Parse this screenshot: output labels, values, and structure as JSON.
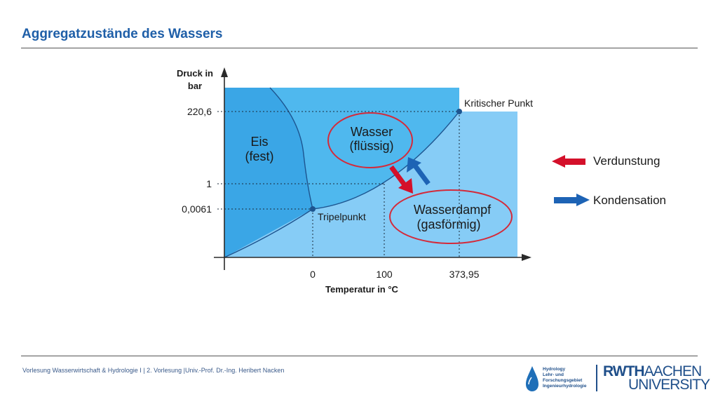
{
  "slide": {
    "title": "Aggregatzustände des Wassers",
    "footer": "Vorlesung Wasserwirtschaft & Hydrologie I | 2. Vorlesung |Univ.-Prof. Dr.-Ing. Heribert Nacken"
  },
  "diagram": {
    "y_axis_label_line1": "Druck in",
    "y_axis_label_line2": "bar",
    "x_axis_label": "Temperatur in °C",
    "y_ticks": [
      "220,6",
      "1",
      "0,0061"
    ],
    "x_ticks": [
      "0",
      "100",
      "373,95"
    ],
    "regions": {
      "ice_line1": "Eis",
      "ice_line2": "(fest)",
      "water_line1": "Wasser",
      "water_line2": "(flüssig)",
      "vapor_line1": "Wasserdampf",
      "vapor_line2": "(gasförmig)"
    },
    "points": {
      "critical": "Kritischer Punkt",
      "triple": "Tripelpunkt"
    },
    "colors": {
      "ice": "#3aa6e6",
      "liquid": "#4fb8ee",
      "vapor": "#86ccf6",
      "evaporation_arrow": "#d4102a",
      "condensation_arrow": "#1d63b5",
      "ellipse": "#d42a3a"
    }
  },
  "legend": {
    "evaporation": "Verdunstung",
    "condensation": "Kondensation"
  },
  "logos": {
    "hydrology_line1": "Hydrology",
    "hydrology_line2": "Lehr- und",
    "hydrology_line3": "Forschungsgebiet",
    "hydrology_line4": "Ingenieurhydrologie",
    "rwth_part1": "RWTH",
    "rwth_part2": "AACHEN",
    "rwth_part3": "UNIVERSITY"
  }
}
